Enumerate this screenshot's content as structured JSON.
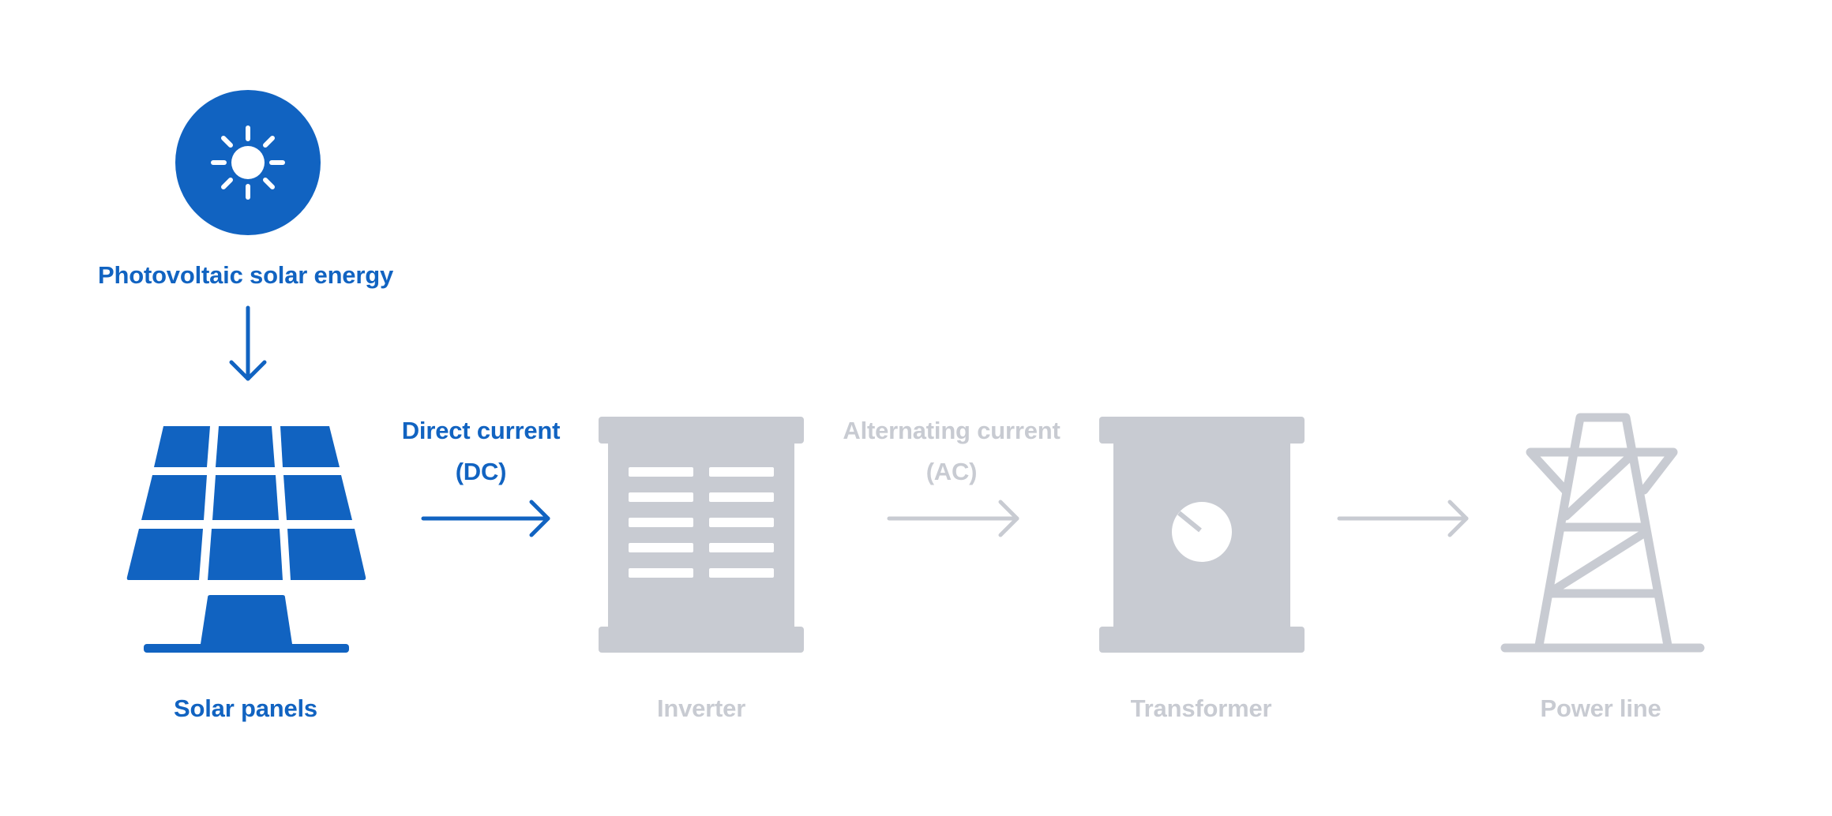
{
  "colors": {
    "active": "#1163C1",
    "inactive": "#C8CBD2",
    "background": "#FFFFFF",
    "icon_detail": "#FFFFFF"
  },
  "source": {
    "label": "Photovoltaic solar energy",
    "icon": "sun-icon",
    "state": "active"
  },
  "stages": [
    {
      "id": "solar-panels",
      "label": "Solar panels",
      "icon": "solar-panel-icon",
      "state": "active"
    },
    {
      "id": "inverter",
      "label": "Inverter",
      "icon": "inverter-icon",
      "state": "inactive"
    },
    {
      "id": "transformer",
      "label": "Transformer",
      "icon": "transformer-icon",
      "state": "inactive"
    },
    {
      "id": "power-line",
      "label": "Power line",
      "icon": "power-tower-icon",
      "state": "inactive"
    }
  ],
  "connectors": [
    {
      "from": "photovoltaic-solar-energy",
      "to": "solar-panels",
      "label_line1": "",
      "label_line2": "",
      "state": "active"
    },
    {
      "from": "solar-panels",
      "to": "inverter",
      "label_line1": "Direct current",
      "label_line2": "(DC)",
      "state": "active"
    },
    {
      "from": "inverter",
      "to": "transformer",
      "label_line1": "Alternating current",
      "label_line2": "(AC)",
      "state": "inactive"
    },
    {
      "from": "transformer",
      "to": "power-line",
      "label_line1": "",
      "label_line2": "",
      "state": "inactive"
    }
  ]
}
